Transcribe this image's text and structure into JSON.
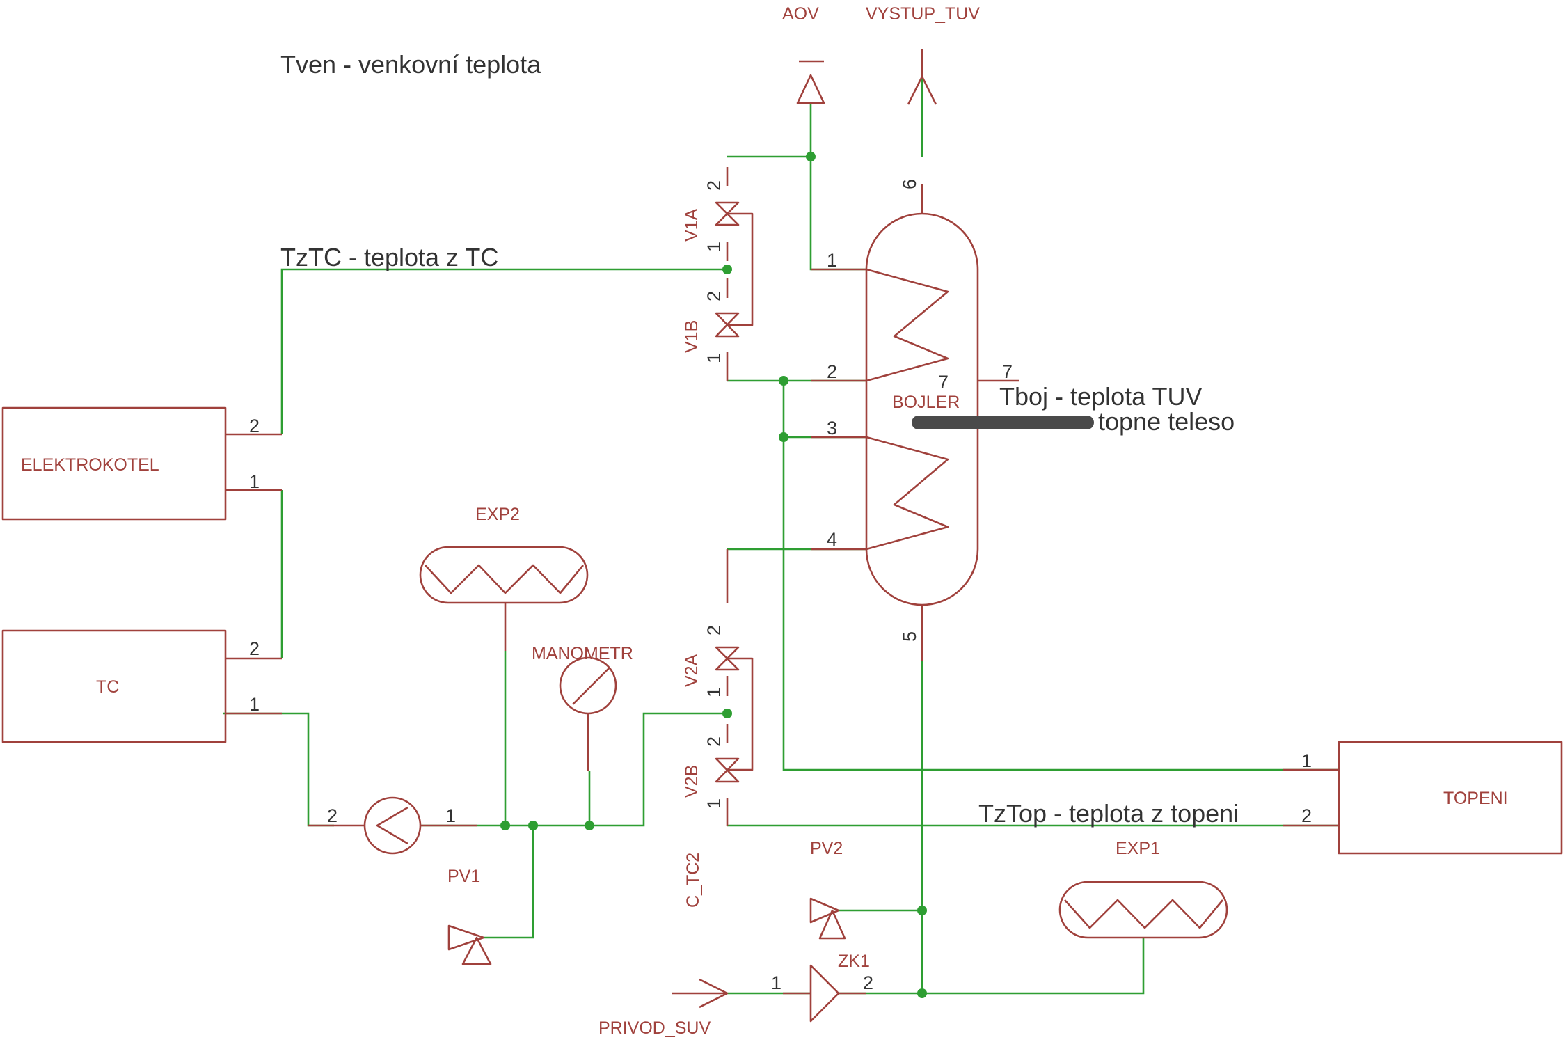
{
  "notes": {
    "outdoor_temp": "Tven - venkovní teplota",
    "tc_temp": "TzTC - teplota z TC",
    "boiler_temp": "Tboj - teplota TUV",
    "heater": "topne teleso",
    "heating_temp": "TzTop - teplota z topeni"
  },
  "components": {
    "elektrokotel": "ELEKTROKOTEL",
    "tc": "TC",
    "topeni": "TOPENI",
    "bojler": "BOJLER",
    "exp1": "EXP1",
    "exp2": "EXP2",
    "manometr": "MANOMETR",
    "pump": "C_TC2",
    "pv1": "PV1",
    "pv2": "PV2",
    "zk1": "ZK1",
    "aov": "AOV",
    "vystup": "VYSTUP_TUV",
    "privod": "PRIVOD_SUV",
    "v1a": "V1A",
    "v1b": "V1B",
    "v2a": "V2A",
    "v2b": "V2B"
  },
  "pins": {
    "p1": "1",
    "p2": "2",
    "p3": "3",
    "p4": "4",
    "p5": "5",
    "p6": "6",
    "p7": "7"
  },
  "colors": {
    "symbol": "#a0413c",
    "net": "#2e9e32",
    "text": "#333333"
  }
}
